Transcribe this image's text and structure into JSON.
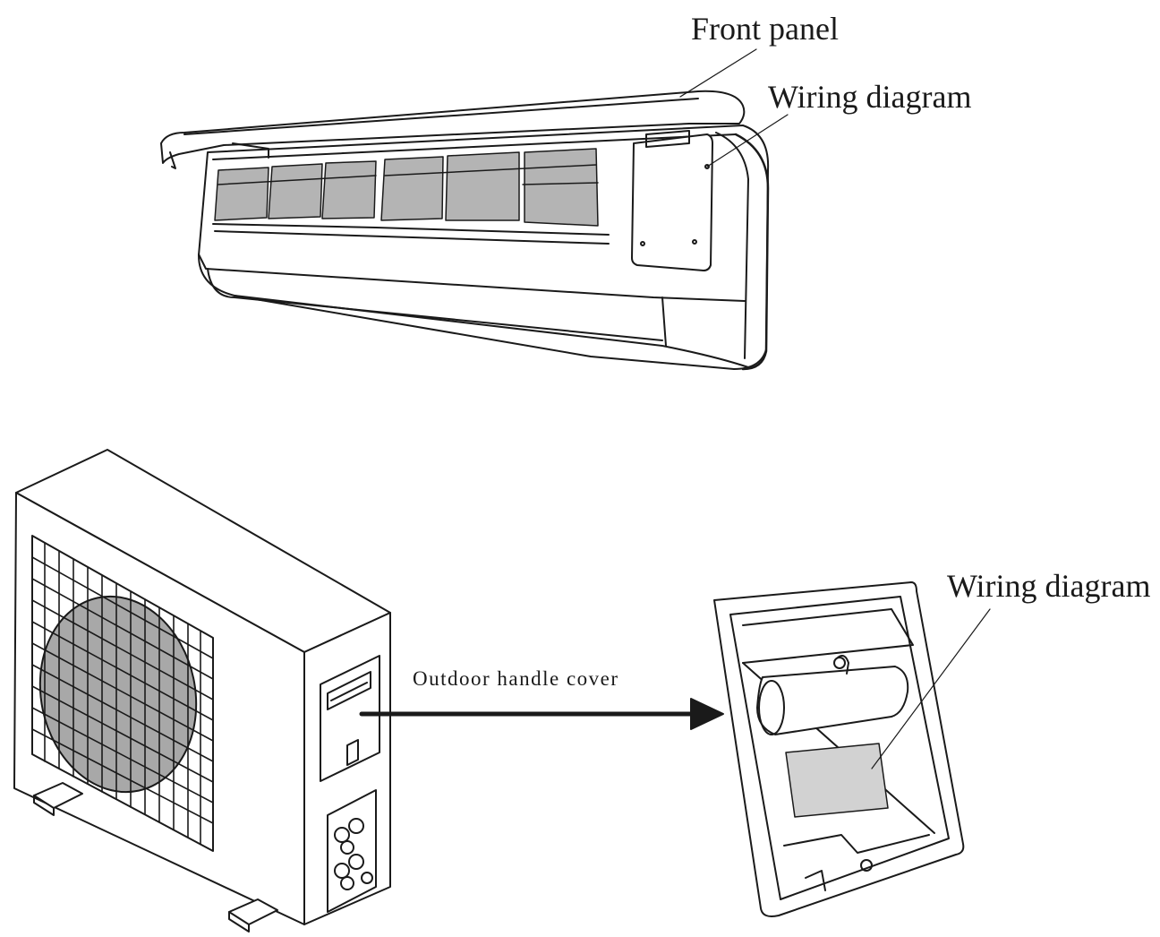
{
  "labels": {
    "front_panel": "Front panel",
    "wiring_diagram_indoor": "Wiring diagram",
    "wiring_diagram_outdoor": "Wiring diagram",
    "outdoor_handle_cover": "Outdoor handle cover"
  },
  "colors": {
    "line": "#1a1a1a",
    "filter_fill": "#b4b4b4",
    "wiring_label_fill": "#d2d2d2",
    "fan_fill": "#a8a8a8"
  }
}
